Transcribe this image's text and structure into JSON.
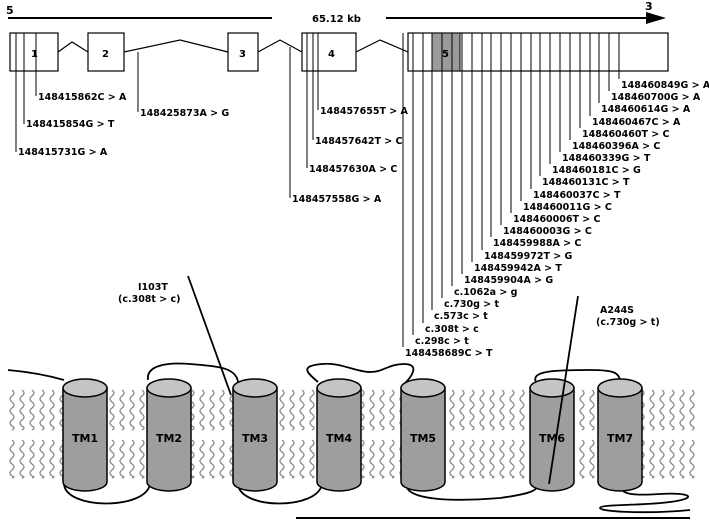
{
  "gene": {
    "five_prime": "5",
    "three_prime": "3",
    "length_label": "65.12 kb",
    "exons": [
      "1",
      "2",
      "3",
      "4",
      "5"
    ]
  },
  "variants": {
    "exon1_region": [
      "148415862C > A",
      "148415854G > T",
      "148415731G > A"
    ],
    "intron2": "148425873A > G",
    "exon4_region": [
      "148457655T > A",
      "148457642T > C",
      "148457630A > C",
      "148457558G > A"
    ],
    "exon5_region": [
      "148460849G > A",
      "148460700G > A",
      "148460614G > A",
      "148460467C > A",
      "148460460T > C",
      "148460396A > C",
      "148460339G > T",
      "148460181C > G",
      "148460131C > T",
      "148460037C > T",
      "148460011G > C",
      "148460006T > C",
      "148460003G > C",
      "148459988A > C",
      "148459972T > G",
      "148459942A > T",
      "148459904A > G",
      "c.1062a > g",
      "c.730g > t",
      "c.573c > t",
      "c.308t > c",
      "c.298c > t",
      "148458689C > T"
    ]
  },
  "protein": {
    "helices": [
      "TM1",
      "TM2",
      "TM3",
      "TM4",
      "TM5",
      "TM6",
      "TM7"
    ],
    "mutations": [
      {
        "name": "I103T",
        "detail": "(c.308t > c)"
      },
      {
        "name": "A244S",
        "detail": "(c.730g > t)"
      }
    ]
  },
  "colors": {
    "helix_fill": "#9e9e9e",
    "helix_top": "#c4c4c4",
    "exon5_highlight": "#9a9a9a",
    "membrane": "#8a8a8a"
  }
}
